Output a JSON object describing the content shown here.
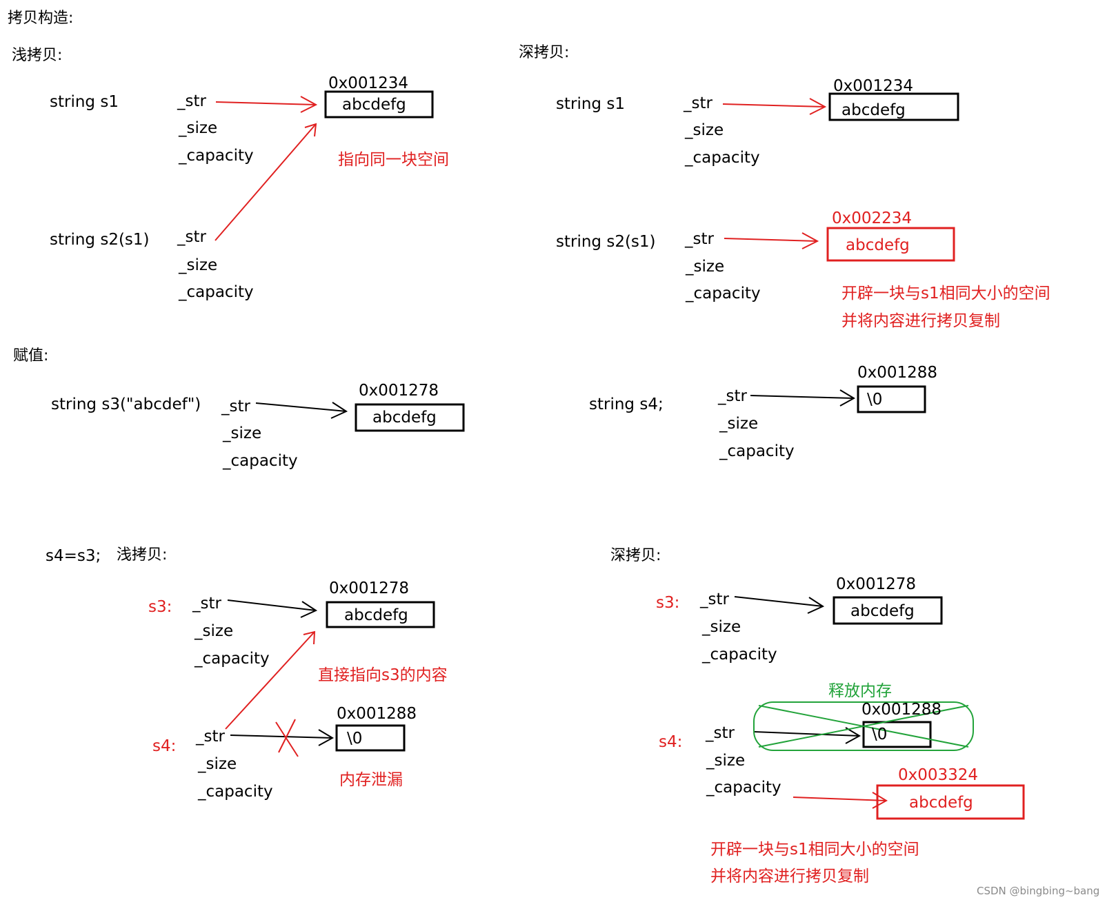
{
  "colors": {
    "black": "#000000",
    "red": "#e02020",
    "green": "#22a33a"
  },
  "headings": {
    "copy_construct": "拷贝构造:",
    "shallow": "浅拷贝:",
    "deep": "深拷贝:",
    "assign": "赋值:",
    "assign_op": "s4=s3;",
    "shallow2": "浅拷贝:",
    "deep2": "深拷贝:"
  },
  "fields": {
    "str": "_str",
    "size": "_size",
    "capacity": "_capacity"
  },
  "decls": {
    "s1": "string s1",
    "s2": "string s2(s1)",
    "s3": "string s3(\"abcdef\")",
    "s4": "string s4;"
  },
  "tags": {
    "s3": "s3:",
    "s4": "s4:"
  },
  "addresses": {
    "a1234": "0x001234",
    "a2234": "0x002234",
    "a1278": "0x001278",
    "a1288": "0x001288",
    "a3324": "0x003324"
  },
  "contents": {
    "abc": "abcdefg",
    "nul": "\\0"
  },
  "notes": {
    "same_space": "指向同一块空间",
    "alloc_line1": "开辟一块与s1相同大小的空间",
    "alloc_line2": "并将内容进行拷贝复制",
    "point_s3": "直接指向s3的内容",
    "leak": "内存泄漏",
    "free": "释放内存"
  },
  "watermark": "CSDN @bingbing~bang"
}
